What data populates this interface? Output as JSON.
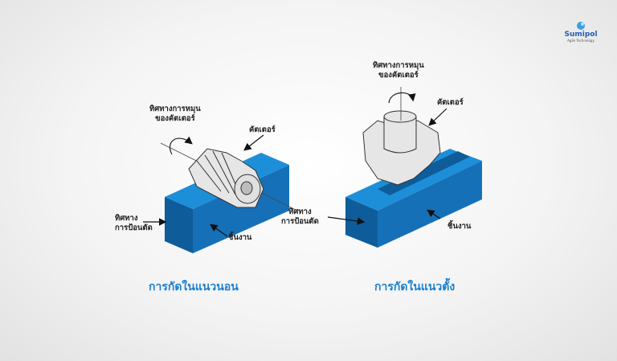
{
  "logo": {
    "name": "Sumipol",
    "tagline": "Agile Technology",
    "color": "#1f5fb5"
  },
  "left_diagram": {
    "title": "การกัดในแนวนอน",
    "labels": {
      "rotation_direction": [
        "ทิศทางการหมุน",
        "ของคัตเตอร์"
      ],
      "cutter": "คัตเตอร์",
      "feed_direction_left": [
        "ทิศทาง",
        "การป้อนตัด"
      ],
      "feed_direction_right": [
        "ทิศทาง",
        "การป้อนตัด"
      ],
      "workpiece": "ชิ้นงาน"
    }
  },
  "right_diagram": {
    "title": "การกัดในแนวตั้ง",
    "labels": {
      "rotation_direction": [
        "ทิศทางการหมุน",
        "ของคัตเตอร์"
      ],
      "cutter": "คัตเตอร์",
      "workpiece": "ชิ้นงาน"
    }
  },
  "colors": {
    "title_blue": "#1b7fd1",
    "block_top": "#1d8fd8",
    "block_front": "#1670b8",
    "block_side": "#0e5c99",
    "cutter": "#e6e6e6"
  }
}
